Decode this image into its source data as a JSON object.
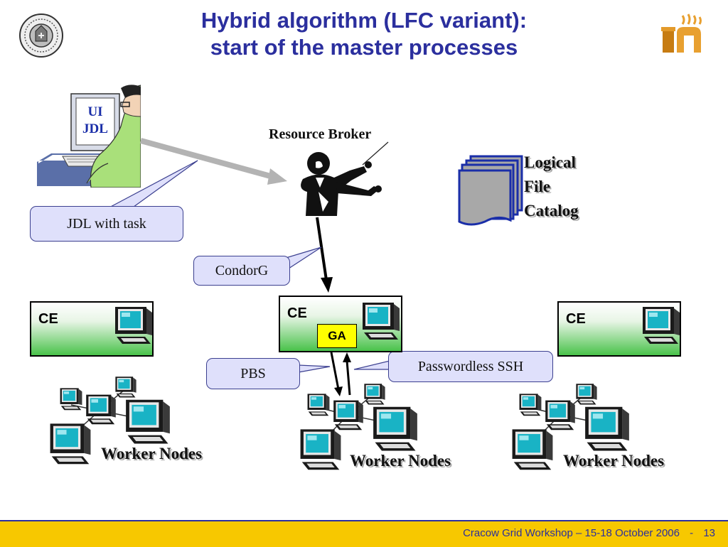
{
  "slide": {
    "title_line1": "Hybrid algorithm (LFC variant):",
    "title_line2": "start of the master processes"
  },
  "user_terminal": {
    "screen_line1": "UI",
    "screen_line2": "JDL"
  },
  "labels": {
    "resource_broker": "Resource Broker",
    "lfc_line1": "Logical",
    "lfc_line2": "File",
    "lfc_line3": "Catalog",
    "jdl_with_task": "JDL with task",
    "condorg": "CondorG",
    "pbs": "PBS",
    "passwordless_ssh": "Passwordless SSH",
    "ga": "GA"
  },
  "computing_elements": [
    {
      "label": "CE"
    },
    {
      "label": "CE"
    },
    {
      "label": "CE"
    }
  ],
  "worker_clusters": [
    {
      "label": "Worker Nodes"
    },
    {
      "label": "Worker Nodes"
    },
    {
      "label": "Worker Nodes"
    }
  ],
  "footer": {
    "text": "Cracow Grid Workshop – 15-18 October 2006",
    "separator": "-",
    "page_number": "13"
  },
  "colors": {
    "title": "#2b2f9e",
    "footer_bar": "#f7c800",
    "callout_fill": "#dfe0fb",
    "ce_green": "#49c24a",
    "ga_yellow": "#ffff00"
  },
  "icons": [
    "university-seal-icon",
    "institute-logo-icon",
    "user-at-terminal-icon",
    "conductor-icon",
    "document-stack-icon",
    "computer-icon"
  ]
}
